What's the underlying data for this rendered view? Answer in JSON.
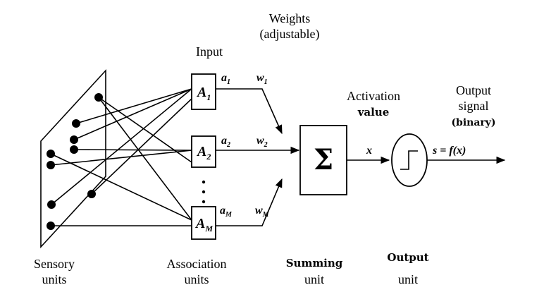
{
  "labels": {
    "weights_line1": "Weights",
    "weights_line2": "(adjustable)",
    "input": "Input",
    "activation_line1": "Activation",
    "activation_line2": "value",
    "output_signal_line1": "Output",
    "output_signal_line2": "signal",
    "output_signal_line3": "(binary)",
    "sensory_line1": "Sensory",
    "sensory_line2": "units",
    "association_line1": "Association",
    "association_line2": "units",
    "summing_line1": "Summing",
    "summing_line2": "unit",
    "output_unit_line1": "Output",
    "output_unit_line2": "unit"
  },
  "association_units": [
    {
      "base": "A",
      "sub": "1",
      "act_base": "a",
      "act_sub": "1",
      "w_base": "w",
      "w_sub": "1"
    },
    {
      "base": "A",
      "sub": "2",
      "act_base": "a",
      "act_sub": "2",
      "w_base": "w",
      "w_sub": "2"
    },
    {
      "base": "A",
      "sub": "M",
      "act_base": "a",
      "act_sub": "M",
      "w_base": "w",
      "w_sub": "M"
    }
  ],
  "ellipsis": "⋮",
  "summing_symbol": "Σ",
  "x_label": "x",
  "output_formula": "s = f(x)",
  "icons": {
    "summation": "sigma-symbol",
    "activation": "step-function-icon"
  }
}
